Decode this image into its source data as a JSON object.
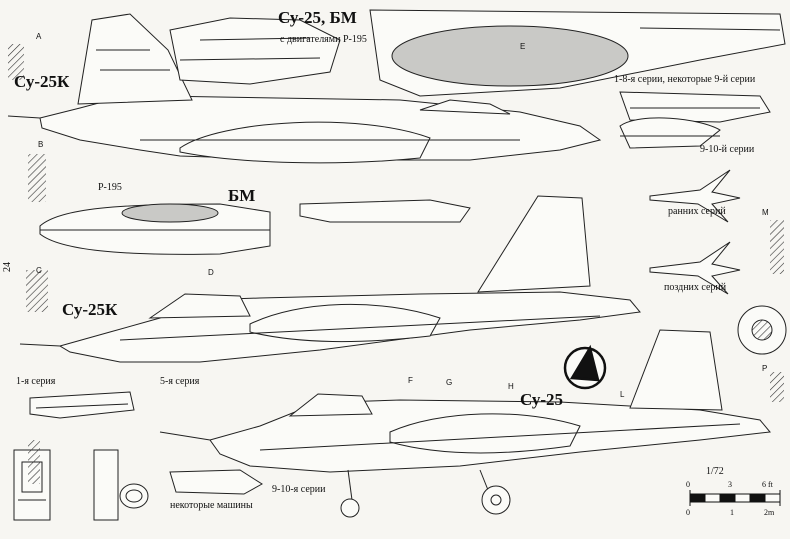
{
  "page_number": "24",
  "labels": {
    "title_bm": "Су-25, БМ",
    "engines": "с двигателями Р-195",
    "su25k_top": "Су-25К",
    "r195": "Р-195",
    "bm": "БМ",
    "series_1_8": "1-8-я серии, некоторые 9-й серии",
    "series_9_10_top": "9-10-й серии",
    "early_series": "ранних серий",
    "late_series": "поздних серий",
    "su25k_mid": "Су-25К",
    "series_1": "1-я серия",
    "series_5": "5-я серия",
    "su25_bottom": "Су-25",
    "series_9_10_bottom": "9-10-я серии",
    "some_machines": "некоторые машины",
    "scale": "1/72"
  },
  "scale_bar": {
    "ft_ticks": [
      "0",
      "3",
      "6 ft"
    ],
    "m_ticks": [
      "0",
      "1",
      "2m"
    ]
  },
  "section_letters": [
    "A",
    "B",
    "C",
    "D",
    "E",
    "F",
    "G",
    "H",
    "L",
    "M",
    "P"
  ]
}
